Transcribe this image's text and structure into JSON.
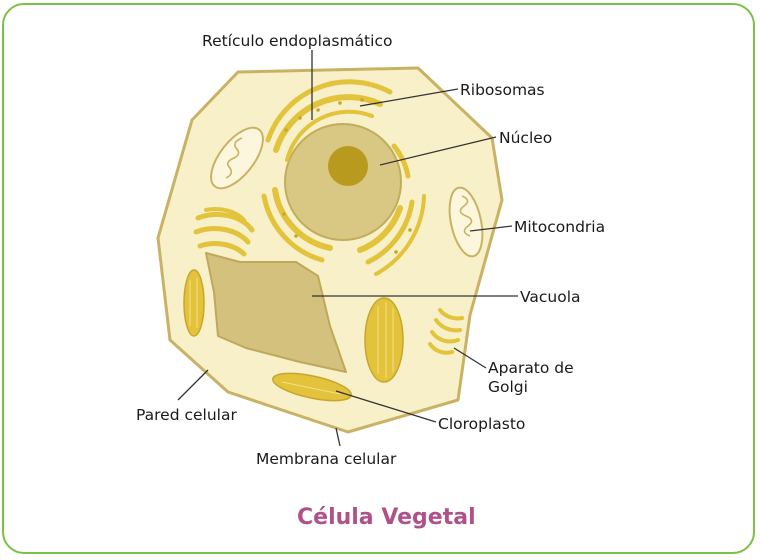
{
  "title": "Célula Vegetal",
  "labels": {
    "reticulo": "Retículo endoplasmático",
    "ribosomas": "Ribosomas",
    "nucleo": "Núcleo",
    "mitocondria": "Mitocondria",
    "vacuola": "Vacuola",
    "golgi_line1": "Aparato de",
    "golgi_line2": "Golgi",
    "pared": "Pared celular",
    "cloroplasto": "Cloroplasto",
    "membrana": "Membrana celular"
  },
  "colors": {
    "frame": "#7cc143",
    "cytoplasm": "#f7f0c8",
    "wall": "#c9b264",
    "organelle": "#e2c33b",
    "vacuole": "#d4c17d",
    "nucleus": "#d9c784",
    "nucleolus": "#b89a1e",
    "title": "#b0528a"
  }
}
